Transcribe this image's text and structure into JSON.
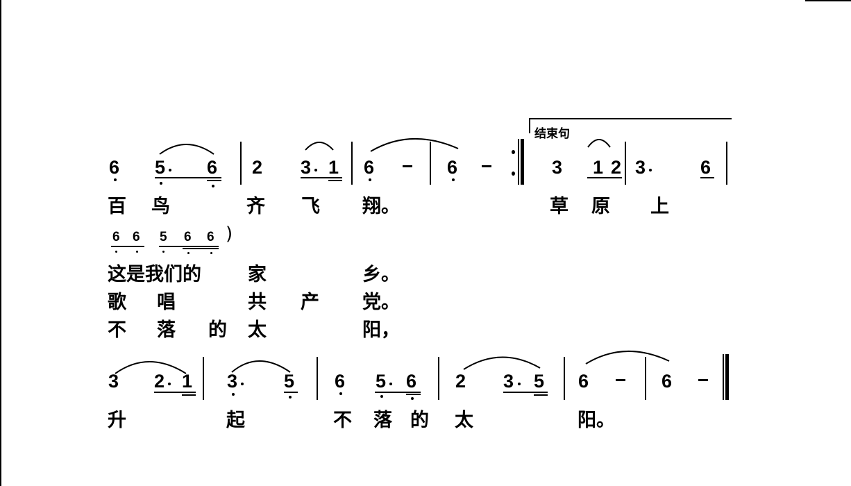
{
  "page": {
    "type": "numbered-musical-notation (jianpu) score fragment",
    "background": "#ffffff",
    "ink": "#000000"
  },
  "system1": {
    "notes": [
      {
        "n": "6",
        "low_dot": true
      },
      {
        "n": "5",
        "aug_dot": true,
        "low_dot": true,
        "underline": 1
      },
      {
        "n": "6",
        "low_dot": true,
        "underline": 2
      },
      {
        "barline": "|"
      },
      {
        "n": "2"
      },
      {
        "n": "3",
        "aug_dot": true,
        "underline": 1
      },
      {
        "n": "1",
        "underline": 2
      },
      {
        "barline": "|"
      },
      {
        "n": "6",
        "low_dot": true
      },
      {
        "n": "-"
      },
      {
        "barline": "|"
      },
      {
        "n": "6",
        "low_dot": true
      },
      {
        "n": "-"
      },
      {
        "barline": ":||"
      },
      {
        "n": "3"
      },
      {
        "n": "1",
        "underline": 1
      },
      {
        "n": "2",
        "underline": 1
      },
      {
        "barline": "|"
      },
      {
        "n": "3",
        "aug_dot": true
      },
      {
        "n": "6",
        "underline": 1
      },
      {
        "barline": "|"
      }
    ],
    "n": [
      "6",
      "5",
      "6",
      "2",
      "3",
      "1",
      "6",
      "-",
      "6",
      "-",
      "3",
      "1",
      "2",
      "3",
      "6"
    ],
    "volta_label": "结束句",
    "lyrics": [
      "百",
      "鸟",
      "齐",
      "飞",
      "翔。",
      "草",
      "原",
      "上"
    ]
  },
  "interlude": {
    "notes": [
      "6",
      "6",
      "5",
      "6",
      "6"
    ],
    "close_paren": ")"
  },
  "verses": [
    {
      "chars": [
        "这是我们的",
        "家",
        "乡。"
      ]
    },
    {
      "chars": [
        "歌",
        "唱",
        "共",
        "产",
        "党。"
      ]
    },
    {
      "chars": [
        "不",
        "落",
        "的",
        "太",
        "阳，"
      ]
    }
  ],
  "system2": {
    "n": [
      "3",
      "2",
      "1",
      "3",
      "5",
      "6",
      "5",
      "6",
      "2",
      "3",
      "5",
      "6",
      "-",
      "6",
      "-"
    ],
    "final_barline": "||",
    "lyrics": [
      "升",
      "起",
      "不",
      "落",
      "的",
      "太",
      "阳。"
    ]
  }
}
